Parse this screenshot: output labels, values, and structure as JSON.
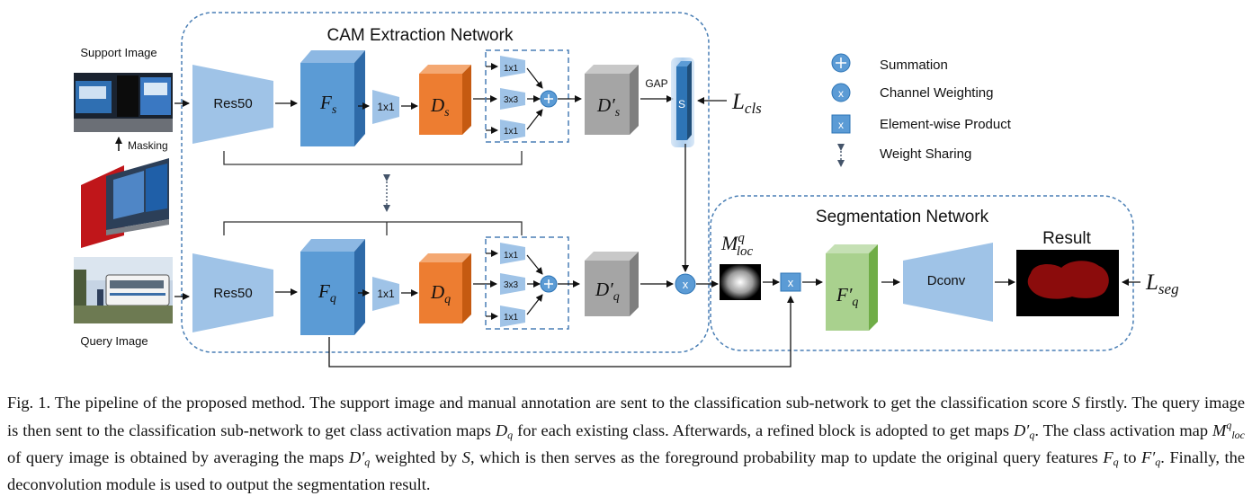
{
  "labels": {
    "support_image": "Support Image",
    "query_image": "Query Image",
    "masking": "Masking",
    "cam_title": "CAM Extraction Network",
    "seg_title": "Segmentation Network",
    "res50": "Res50",
    "conv1x1": "1x1",
    "conv3x3": "3x3",
    "gap": "GAP",
    "s_box": "S",
    "dconv": "Dconv",
    "result": "Result"
  },
  "math": {
    "Fs_base": "F",
    "Fs_sub": "s",
    "Fq_base": "F",
    "Fq_sub": "q",
    "Ds_base": "D",
    "Ds_sub": "s",
    "Dq_base": "D",
    "Dq_sub": "q",
    "Dsp_base": "D′",
    "Dsp_sub": "s",
    "Dqp_base": "D′",
    "Dqp_sub": "q",
    "Fqp_base": "F′",
    "Fqp_sub": "q",
    "Mloc_base": "M",
    "Mloc_sup": "q",
    "Mloc_sub": "loc",
    "Lcls_base": "L",
    "Lcls_sub": "cls",
    "Lseg_base": "L",
    "Lseg_sub": "seg"
  },
  "legend": {
    "summation": "Summation",
    "channel_weighting": "Channel Weighting",
    "element_product": "Element-wise Product",
    "weight_sharing": "Weight Sharing",
    "channel_symbol": "x",
    "product_symbol": "x"
  },
  "caption": {
    "p1": "Fig. 1.  The pipeline of the proposed method. The support image and manual annotation are sent to the classification sub-network to get the classification score ",
    "S": "S",
    "p2": " firstly. The query image is then sent to the classification sub-network to get class activation maps ",
    "Dq": "D",
    "Dq_sub": "q",
    "p3": " for each existing class. Afterwards, a refined block is adopted to get maps ",
    "Dqp": "D′",
    "Dqp_sub": "q",
    "p4": ". The class activation map ",
    "M": "M",
    "M_sup": "q",
    "M_sub": "loc",
    "p5": " of query image is obtained by averaging the maps ",
    "Dqp2": "D′",
    "Dqp2_sub": "q",
    "p6": " weighted by ",
    "S2": "S",
    "p7": ", which is then serves as the foreground probability map to update the original query features ",
    "Fq": "F",
    "Fq_sub": "q",
    "p8": " to ",
    "Fqp": "F′",
    "Fqp_sub": "q",
    "p9": ". Finally, the deconvolution module is used to output the segmentation result."
  },
  "colors": {
    "frame": "#4a7fb5",
    "light_blue": "#9fc3e7",
    "mid_blue": "#5b9bd5",
    "dark_blue": "#2e75b6",
    "orange": "#ed7d31",
    "gray": "#a5a5a5",
    "green": "#a9d18e"
  }
}
